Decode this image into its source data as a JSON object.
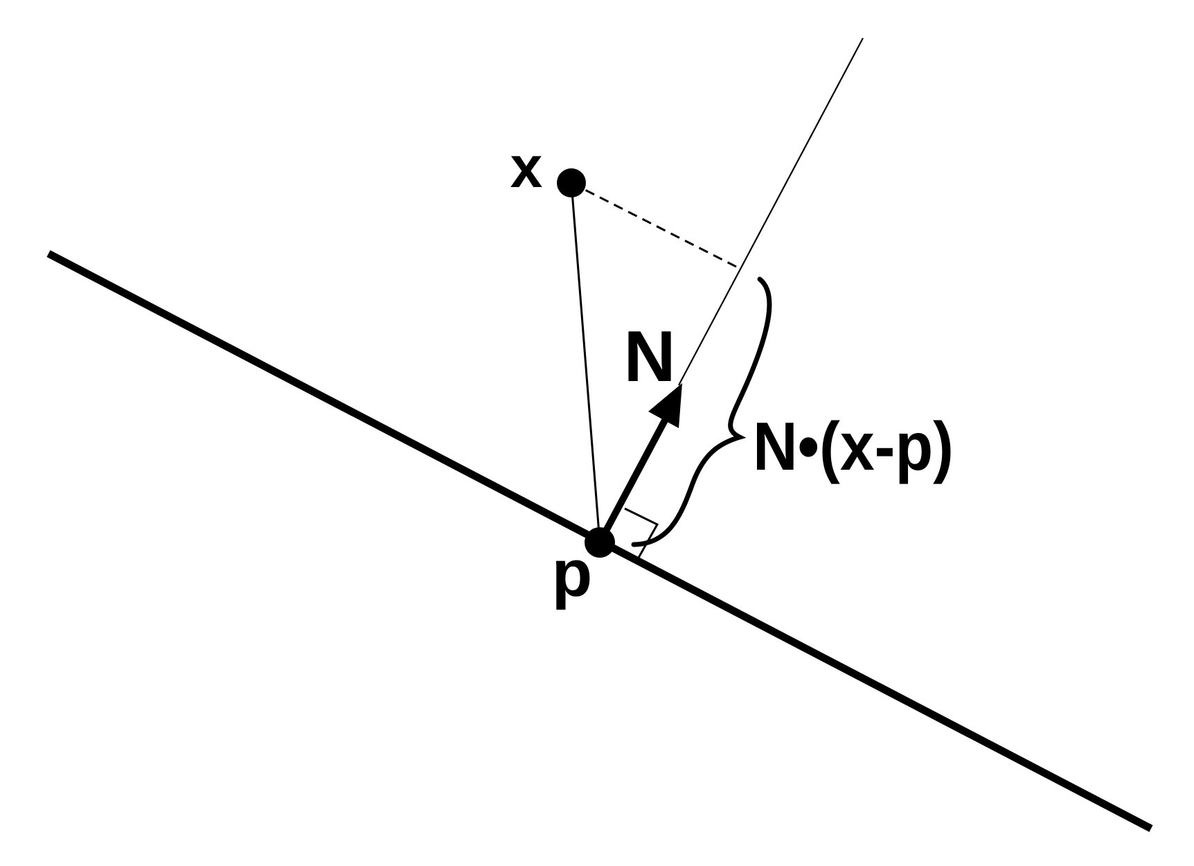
{
  "diagram": {
    "labels": {
      "point_x": "x",
      "point_p": "p",
      "normal": "N",
      "projection": "N•(x-p)"
    },
    "colors": {
      "ink": "#000000",
      "background": "#ffffff"
    }
  }
}
